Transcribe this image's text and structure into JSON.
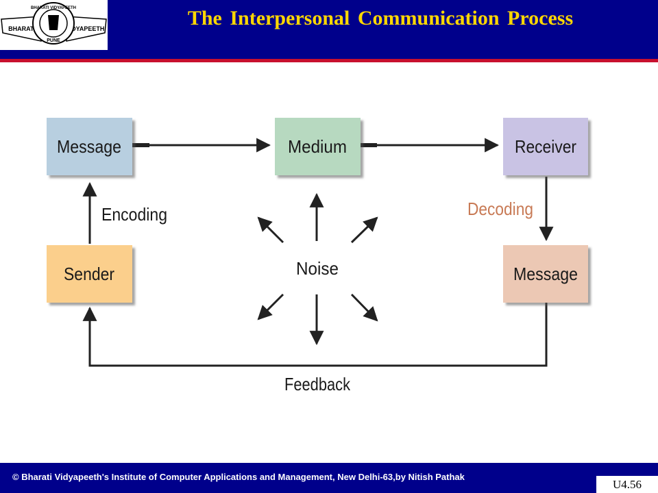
{
  "header": {
    "title": "The Interpersonal Communication Process",
    "logo": {
      "top_text": "BHARATI VIDYAPEETH",
      "left_wing": "BHARATI",
      "right_wing": "VIDYAPEETH",
      "bottom_text": "PUNE"
    }
  },
  "diagram": {
    "nodes": {
      "message_top": "Message",
      "medium": "Medium",
      "receiver": "Receiver",
      "sender": "Sender",
      "message_bottom": "Message"
    },
    "labels": {
      "encoding": "Encoding",
      "decoding": "Decoding",
      "noise": "Noise",
      "feedback": "Feedback"
    },
    "colors": {
      "message_top": "#b8cfe0",
      "medium": "#b7d9c0",
      "receiver": "#c9c3e4",
      "sender": "#fbcf8c",
      "message_bottom": "#ecc8b4",
      "decoding_text": "#c87a55"
    }
  },
  "footer": {
    "credit": "© Bharati Vidyapeeth's Institute of Computer Applications and Management, New Delhi-63,by Nitish Pathak",
    "slide_number": "U4.56"
  }
}
